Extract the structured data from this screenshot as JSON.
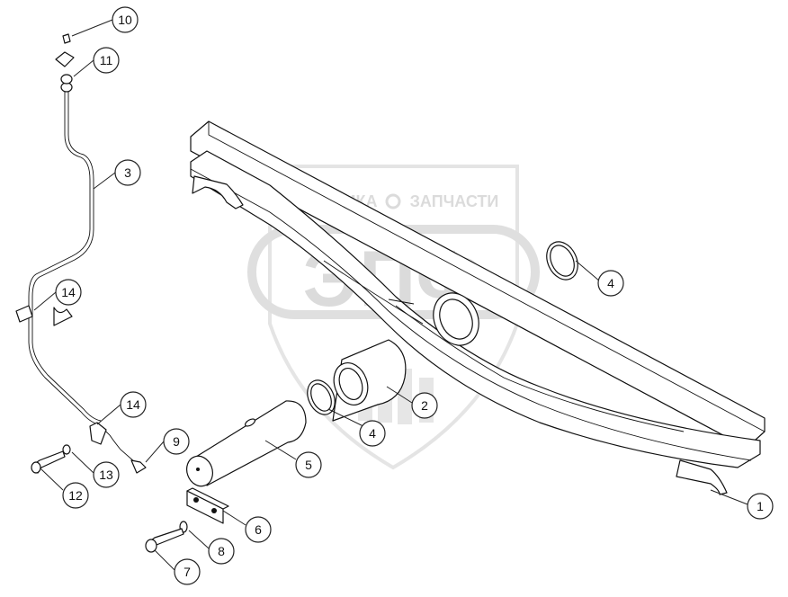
{
  "watermark": {
    "top_text_left": "ТЕХНИКА",
    "top_text_right": "ЗАПЧАСТИ",
    "big_text": "ЭПФ"
  },
  "callouts": [
    {
      "id": "c10",
      "label": "10"
    },
    {
      "id": "c11",
      "label": "11"
    },
    {
      "id": "c3",
      "label": "3"
    },
    {
      "id": "c14a",
      "label": "14"
    },
    {
      "id": "c14b",
      "label": "14"
    },
    {
      "id": "c9",
      "label": "9"
    },
    {
      "id": "c13",
      "label": "13"
    },
    {
      "id": "c12",
      "label": "12"
    },
    {
      "id": "c5",
      "label": "5"
    },
    {
      "id": "c6",
      "label": "6"
    },
    {
      "id": "c8",
      "label": "8"
    },
    {
      "id": "c7",
      "label": "7"
    },
    {
      "id": "c2",
      "label": "2"
    },
    {
      "id": "c4a",
      "label": "4"
    },
    {
      "id": "c4b",
      "label": "4"
    },
    {
      "id": "c1",
      "label": "1"
    }
  ]
}
